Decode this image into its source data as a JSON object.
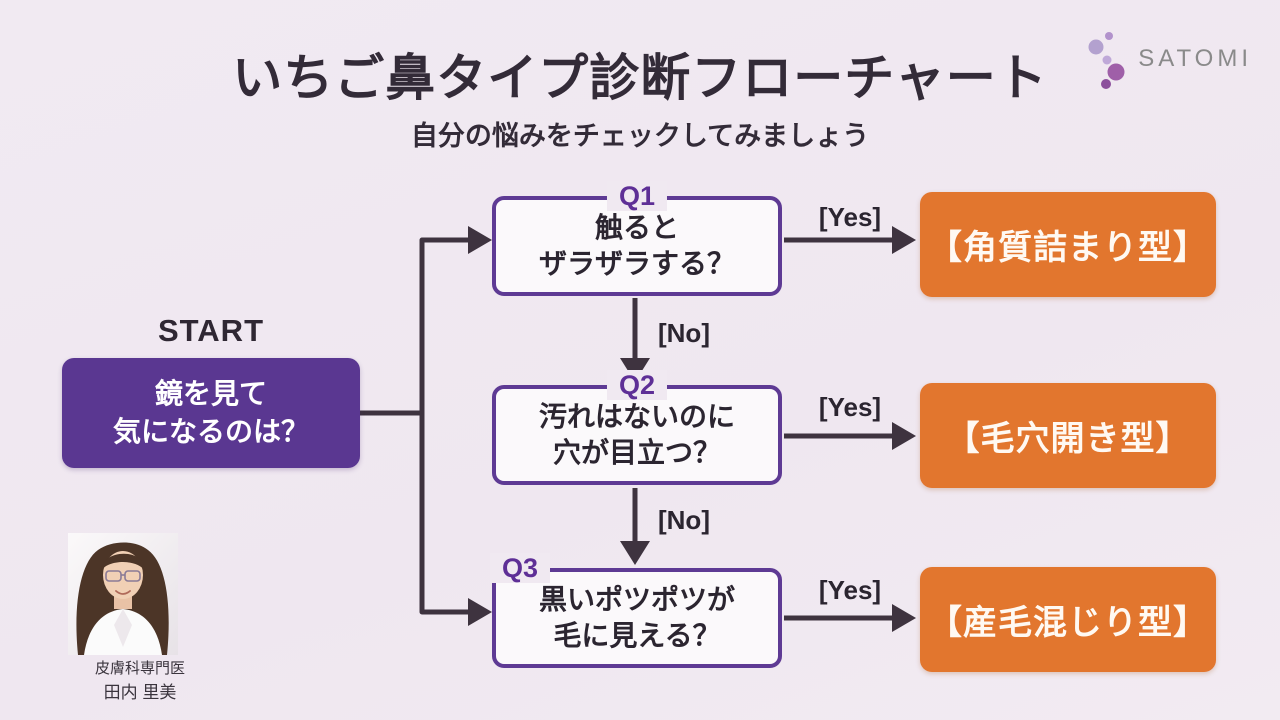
{
  "header": {
    "title": "いちご鼻タイプ診断フローチャート",
    "subtitle": "自分の悩みをチェックしてみましょう",
    "logo_text": "SATOMI"
  },
  "start": {
    "label": "START",
    "line1": "鏡を見て",
    "line2": "気になるのは？"
  },
  "questions": [
    {
      "id": "Q1",
      "line1": "触ると",
      "line2": "ザラザラする？"
    },
    {
      "id": "Q2",
      "line1": "汚れはないのに",
      "line2": "穴が目立つ？"
    },
    {
      "id": "Q3",
      "line1": "黒いポツポツが",
      "line2": "毛に見える？"
    }
  ],
  "results": [
    {
      "label": "【角質詰まり型】"
    },
    {
      "label": "【毛穴開き型】"
    },
    {
      "label": "【産毛混じり型】"
    }
  ],
  "edges": {
    "yes_label": "[Yes]",
    "no_label": "[No]"
  },
  "footer": {
    "doctor_title": "皮膚科専門医",
    "doctor_name": "田内 里美"
  },
  "colors": {
    "background": "#F0E9F1",
    "node_purple": "#5A3791",
    "question_border": "#5E3A94",
    "question_badge": "#5E2F96",
    "result_orange": "#E2762E",
    "connector": "#3E333F",
    "text_dark": "#2B2530",
    "logo_gray": "#8A8A8A"
  }
}
